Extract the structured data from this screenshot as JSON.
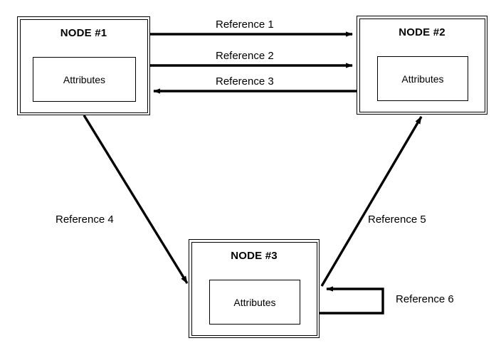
{
  "diagram": {
    "type": "node-reference-graph",
    "background_color": "#ffffff",
    "line_color": "#000000",
    "nodes": [
      {
        "id": "node-1",
        "title": "NODE #1",
        "attributes_label": "Attributes"
      },
      {
        "id": "node-2",
        "title": "NODE #2",
        "attributes_label": "Attributes"
      },
      {
        "id": "node-3",
        "title": "NODE #3",
        "attributes_label": "Attributes"
      }
    ],
    "edges": [
      {
        "id": "reference-1",
        "label": "Reference 1",
        "from": "node-1",
        "to": "node-2",
        "direction": "right"
      },
      {
        "id": "reference-2",
        "label": "Reference 2",
        "from": "node-1",
        "to": "node-2",
        "direction": "right"
      },
      {
        "id": "reference-3",
        "label": "Reference 3",
        "from": "node-2",
        "to": "node-1",
        "direction": "left"
      },
      {
        "id": "reference-4",
        "label": "Reference 4",
        "from": "node-1",
        "to": "node-3",
        "direction": "diagonal-down-right"
      },
      {
        "id": "reference-5",
        "label": "Reference 5",
        "from": "node-3",
        "to": "node-2",
        "direction": "diagonal-up-right"
      },
      {
        "id": "reference-6",
        "label": "Reference 6",
        "from": "node-3",
        "to": "node-3",
        "direction": "self-loop"
      }
    ]
  }
}
